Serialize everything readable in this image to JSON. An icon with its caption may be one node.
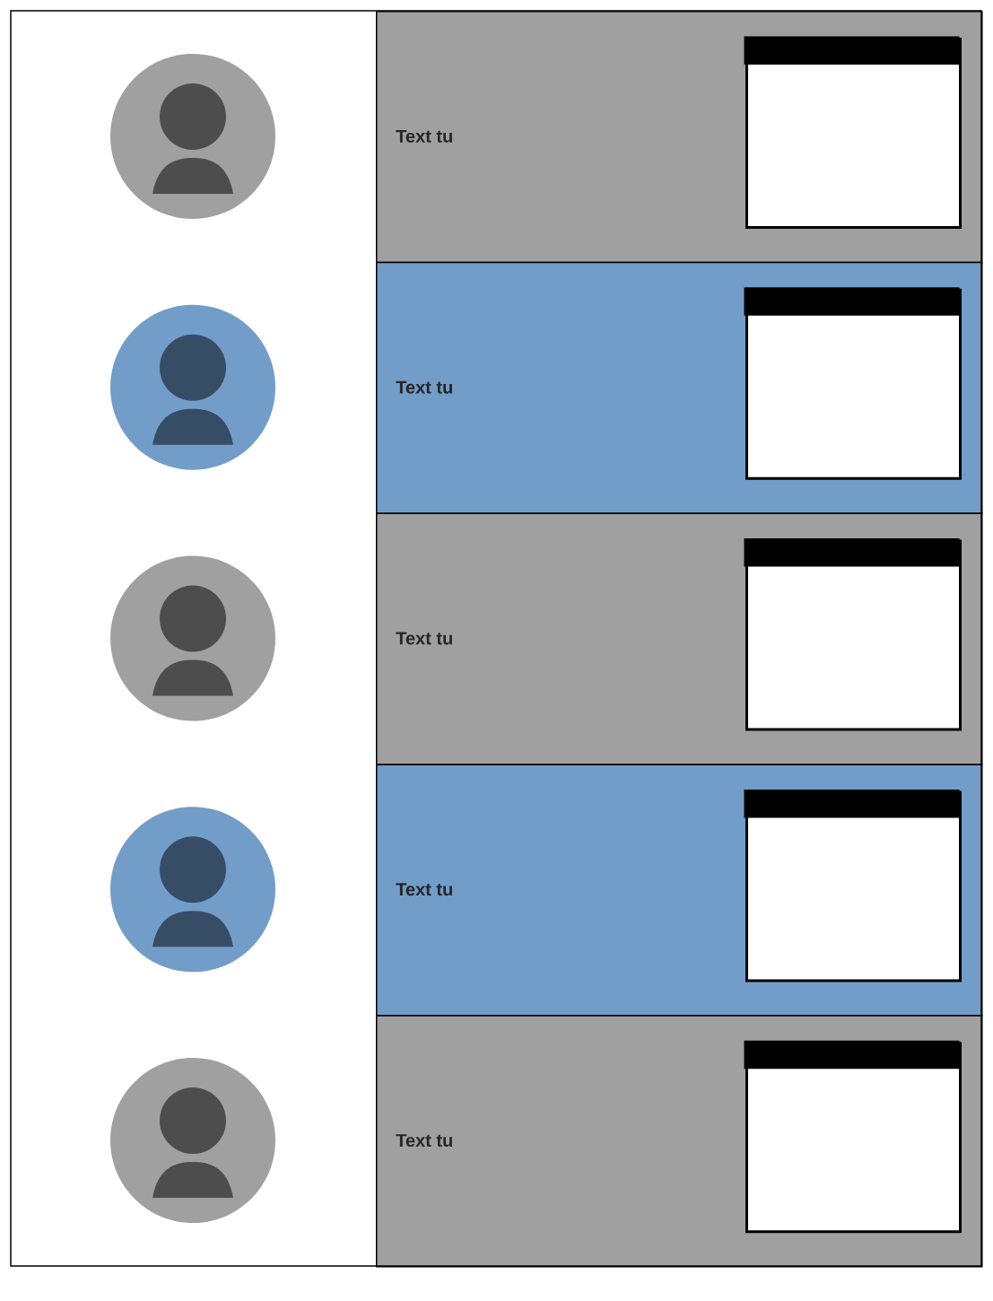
{
  "diagram": {
    "nodes": [
      {
        "text": [],
        "shape": "person"
      },
      {
        "text": [
          "Text tu"
        ]
      },
      {
        "text": [],
        "shape": "box",
        "in": 1
      },
      {
        "text": [],
        "shape": "person"
      },
      {
        "text": [
          "Text tu"
        ]
      },
      {
        "text": [],
        "shape": "box",
        "in": 4
      },
      {
        "text": [],
        "shape": "person"
      },
      {
        "text": [
          "Text tu"
        ]
      },
      {
        "text": [],
        "shape": "box",
        "in": 7
      },
      {
        "text": [],
        "shape": "person"
      },
      {
        "text": [
          "Text tu"
        ]
      },
      {
        "text": [],
        "shape": "box",
        "in": 10
      },
      {
        "text": [],
        "shape": "person"
      },
      {
        "text": [
          "Text tu"
        ]
      },
      {
        "text": [],
        "shape": "box",
        "in": 13
      }
    ]
  }
}
